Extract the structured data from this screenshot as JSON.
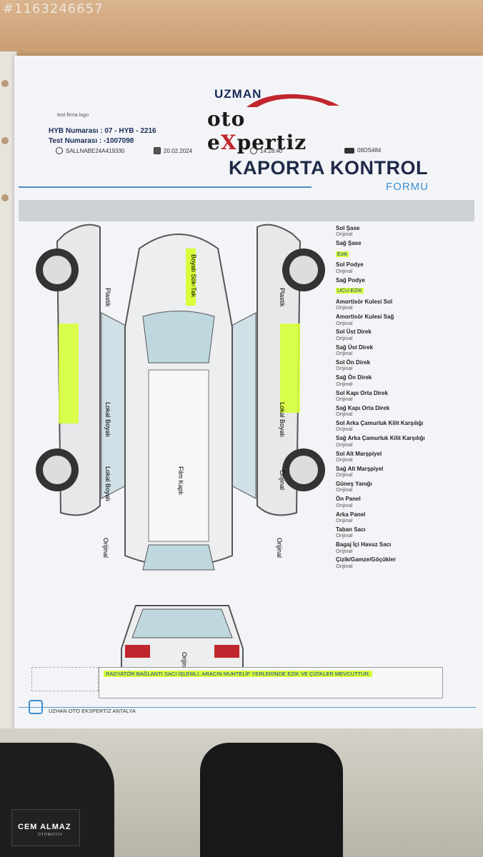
{
  "watermark_id": "#1163246657",
  "logo": {
    "uzman": "UZMAN",
    "main_pre": "oto e",
    "main_x": "X",
    "main_post": "pertiz",
    "small": "test firma logo"
  },
  "header": {
    "hyb": "HYB Numarası : 07 - HYB - 2216",
    "test_no": "Test Numarası : -1007098",
    "vin": "SALLNABE24A419330",
    "date": "20.02.2024",
    "time": "14:28:40",
    "plate": "06DS484",
    "title": "KAPORTA KONTROL",
    "subtitle": "FORMU"
  },
  "diagram_labels": {
    "roof": "Boyalı Sök-Tak",
    "left_front": "Plastik",
    "right_front": "Plastik",
    "left_door_front": "Lokal Boyalı",
    "left_door_rear": "Lokal Boyalı",
    "left_rear": "Orijinal",
    "right_door_front": "Lokal Boyalı",
    "right_door_rear": "Orijinal",
    "right_rear": "Orijinal",
    "roof_film": "Film Kaplı",
    "trunk": "Orijinal"
  },
  "parts": [
    {
      "name": "Sol Şase",
      "value": "Orijinal",
      "highlight": false
    },
    {
      "name": "Sağ Şase",
      "value": "Ezik",
      "highlight": true
    },
    {
      "name": "Sol Podye",
      "value": "Orijinal",
      "highlight": false
    },
    {
      "name": "Sağ Podye",
      "value": "UCU EZIK",
      "highlight": true
    },
    {
      "name": "Amortisör Kulesi Sol",
      "value": "Orijinal",
      "highlight": false
    },
    {
      "name": "Amortisör Kulesi Sağ",
      "value": "Orijinal",
      "highlight": false
    },
    {
      "name": "Sol Üst Direk",
      "value": "Orijinal",
      "highlight": false
    },
    {
      "name": "Sağ Üst Direk",
      "value": "Orijinal",
      "highlight": false
    },
    {
      "name": "Sol Ön Direk",
      "value": "Orijinal",
      "highlight": false
    },
    {
      "name": "Sağ Ön Direk",
      "value": "Orijinal",
      "highlight": false
    },
    {
      "name": "Sol Kapı Orta Direk",
      "value": "Orijinal",
      "highlight": false
    },
    {
      "name": "Sağ Kapı Orta Direk",
      "value": "Orijinal",
      "highlight": false
    },
    {
      "name": "Sol Arka Çamurluk Kilit Karşılığı",
      "value": "Orijinal",
      "highlight": false
    },
    {
      "name": "Sağ Arka Çamurluk Kilit Karşılığı",
      "value": "Orijinal",
      "highlight": false
    },
    {
      "name": "Sol Alt Marşpiyel",
      "value": "Orijinal",
      "highlight": false
    },
    {
      "name": "Sağ Alt Marşpiyel",
      "value": "Orijinal",
      "highlight": false
    },
    {
      "name": "Güneş Yanığı",
      "value": "Orijinal",
      "highlight": false
    },
    {
      "name": "Ön Panel",
      "value": "Orijinal",
      "highlight": false
    },
    {
      "name": "Arka Panel",
      "value": "Orijinal",
      "highlight": false
    },
    {
      "name": "Taban Sacı",
      "value": "Orijinal",
      "highlight": false
    },
    {
      "name": "Bagaj İçi Havuz Sacı",
      "value": "Orijinal",
      "highlight": false
    },
    {
      "name": "Çizik/Gamze/Göçükler",
      "value": "Orijinal",
      "highlight": false
    }
  ],
  "note": "RADYATÖR BAĞLANTI SACI İŞLEMLİ..ARACIN MUHTELİF YERLERİNDE EZİK VE ÇİZİKLER MEVCUTTUR.",
  "footer": "UZHAN OTO EKSPERTİZ ANTALYA",
  "brand": {
    "name": "CEM ALMAZ",
    "sub": "OTOMOTİV"
  },
  "colors": {
    "highlight": "#d7ff3a",
    "title": "#1f2a48",
    "accent_blue": "#3a8fd0",
    "logo_red": "#c0262d"
  }
}
